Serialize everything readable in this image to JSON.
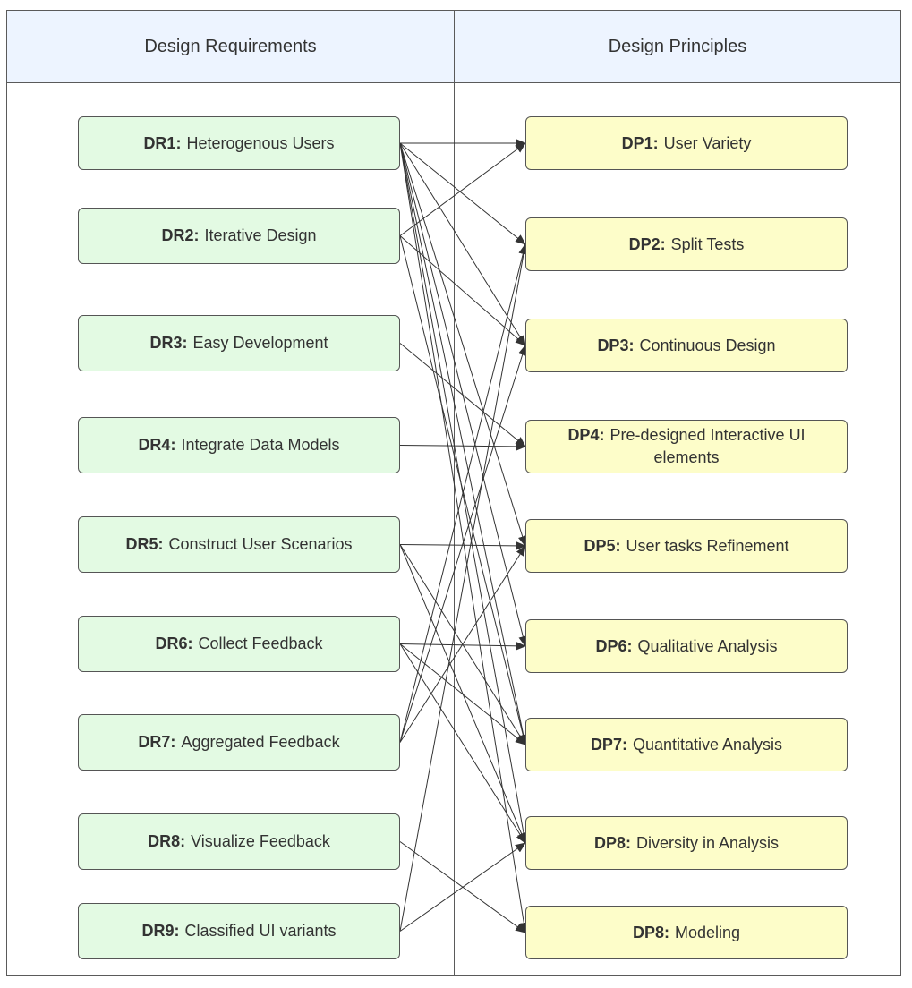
{
  "columns": {
    "left_header": "Design Requirements",
    "right_header": "Design Principles"
  },
  "requirements": [
    {
      "id": "DR1:",
      "text": "Heterogenous Users"
    },
    {
      "id": "DR2:",
      "text": "Iterative Design"
    },
    {
      "id": "DR3:",
      "text": "Easy Development"
    },
    {
      "id": "DR4:",
      "text": "Integrate Data Models"
    },
    {
      "id": "DR5:",
      "text": "Construct User Scenarios"
    },
    {
      "id": "DR6:",
      "text": "Collect Feedback"
    },
    {
      "id": "DR7:",
      "text": "Aggregated Feedback"
    },
    {
      "id": "DR8:",
      "text": "Visualize Feedback"
    },
    {
      "id": "DR9:",
      "text": "Classified UI variants"
    }
  ],
  "principles": [
    {
      "id": "DP1:",
      "text": "User Variety"
    },
    {
      "id": "DP2:",
      "text": "Split Tests"
    },
    {
      "id": "DP3:",
      "text": "Continuous Design"
    },
    {
      "id": "DP4:",
      "text": "Pre-designed Interactive UI elements"
    },
    {
      "id": "DP5:",
      "text": "User tasks Refinement"
    },
    {
      "id": "DP6:",
      "text": "Qualitative Analysis"
    },
    {
      "id": "DP7:",
      "text": "Quantitative Analysis"
    },
    {
      "id": "DP8:",
      "text": "Diversity in Analysis"
    },
    {
      "id": "DP8:",
      "text": "Modeling"
    }
  ],
  "links": [
    {
      "from": 0,
      "to": 0
    },
    {
      "from": 0,
      "to": 1
    },
    {
      "from": 0,
      "to": 2
    },
    {
      "from": 0,
      "to": 4
    },
    {
      "from": 0,
      "to": 5
    },
    {
      "from": 0,
      "to": 6
    },
    {
      "from": 0,
      "to": 7
    },
    {
      "from": 0,
      "to": 8
    },
    {
      "from": 1,
      "to": 0
    },
    {
      "from": 1,
      "to": 2
    },
    {
      "from": 1,
      "to": 6
    },
    {
      "from": 2,
      "to": 3
    },
    {
      "from": 3,
      "to": 3
    },
    {
      "from": 4,
      "to": 4
    },
    {
      "from": 4,
      "to": 6
    },
    {
      "from": 4,
      "to": 7
    },
    {
      "from": 5,
      "to": 5
    },
    {
      "from": 5,
      "to": 6
    },
    {
      "from": 5,
      "to": 7
    },
    {
      "from": 6,
      "to": 1
    },
    {
      "from": 6,
      "to": 2
    },
    {
      "from": 6,
      "to": 4
    },
    {
      "from": 7,
      "to": 8
    },
    {
      "from": 8,
      "to": 1
    },
    {
      "from": 8,
      "to": 7
    }
  ],
  "colors": {
    "requirement_fill": "#e3fae3",
    "principle_fill": "#fdfdc9",
    "header_fill": "#edf4ff",
    "line": "#333333"
  }
}
